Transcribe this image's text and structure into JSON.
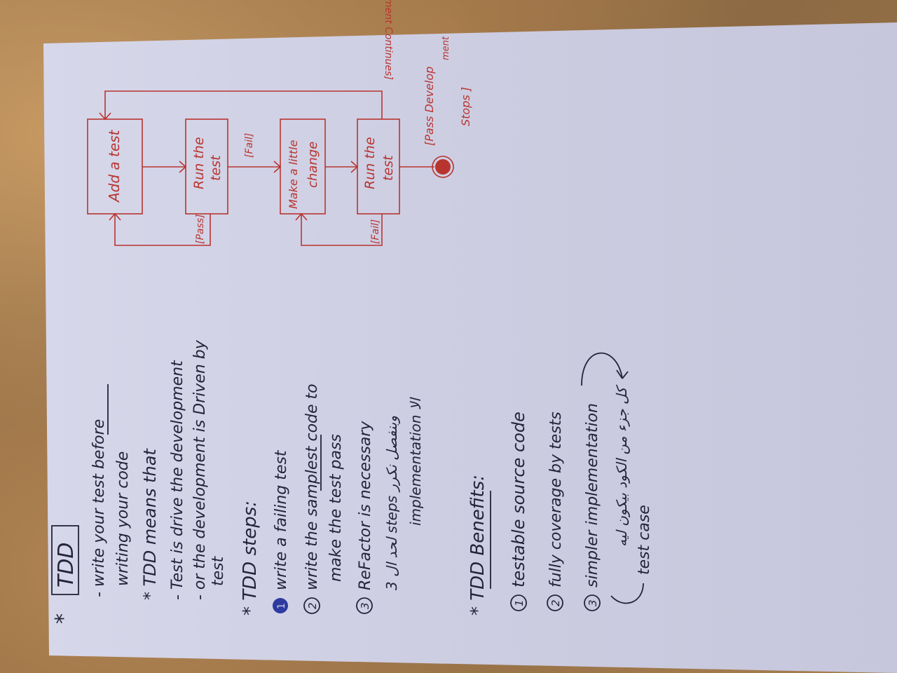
{
  "colors": {
    "ink": "#23233a",
    "red_ink": "#b8352f",
    "paper": "#cfcfe3",
    "table": "#9a7448"
  },
  "notes": {
    "star": "*",
    "title": "TDD",
    "line1": "- write your test before",
    "line2": "writing your code",
    "means_heading": "* TDD means that",
    "means_1": "- Test is drive the development",
    "means_2a": "- or the development is Driven by",
    "means_2b": "test",
    "steps_heading": "* TDD steps:",
    "step1": "write a failing test",
    "step2a": "write the samplest code to",
    "step2b": "make the test pass",
    "step3": "ReFactor is necessary",
    "arabic_1": "لحد ال 3 steps وبنفصل نكرر",
    "implementation": "implementation الا",
    "benefits_heading": "* TDD Benefits:",
    "benefit1": "testable source code",
    "benefit2": "fully coverage by tests",
    "benefit3": "simpler implementation",
    "arabic_2": "كل جزء من الكود بيكون ليه",
    "test_case": "test case",
    "num1": "1",
    "num2": "2",
    "num3": "3"
  },
  "diagram": {
    "box_add_test": "Add a test",
    "box_run_test_1a": "Run the",
    "box_run_test_1b": "test",
    "box_make_change_a": "Make a little",
    "box_make_change_b": "change",
    "box_run_test_2a": "Run the",
    "box_run_test_2b": "test",
    "label_pass": "[Pass]",
    "label_fail_1": "[Fail]",
    "label_fail_2": "[Fail]",
    "label_continues": "[Pass Development Continues]",
    "label_stops_a": "[Pass Develop",
    "label_stops_b": "ment",
    "label_stops_c": "Stops ]"
  }
}
